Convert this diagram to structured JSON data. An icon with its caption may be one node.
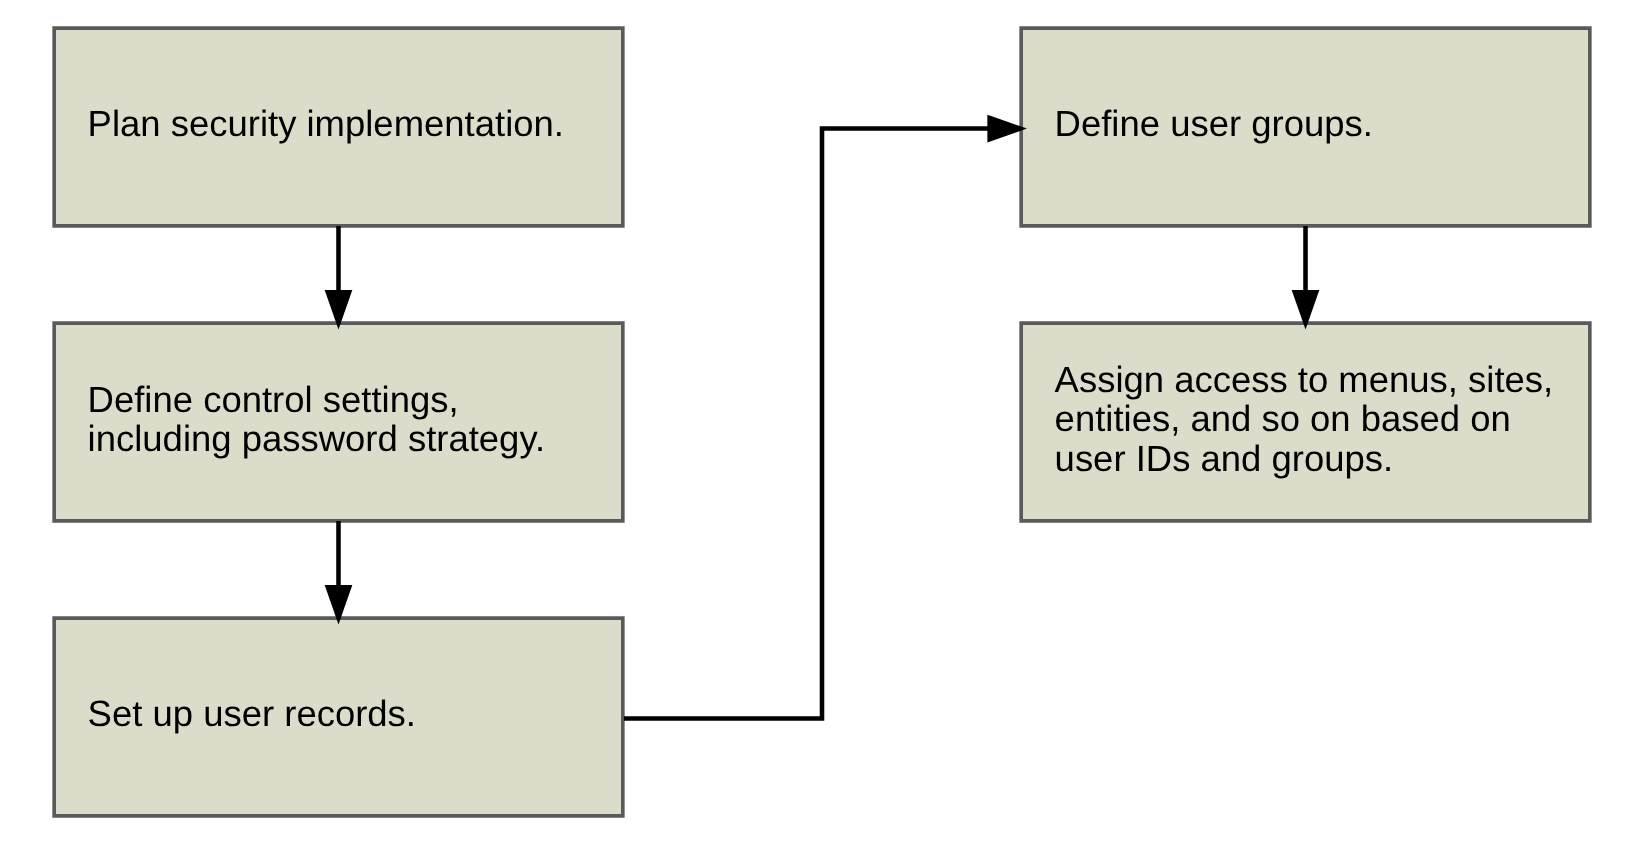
{
  "diagram": {
    "nodes": [
      {
        "text": [
          "Plan security implementation."
        ]
      },
      {
        "text": [
          "Define control settings, including password strategy."
        ]
      },
      {
        "text": [
          "Set up user records."
        ]
      },
      {
        "text": [
          "Define user groups."
        ]
      },
      {
        "text": [
          "Assign access to menus, sites, entities, and so on based on user IDs and groups."
        ]
      }
    ],
    "edges": [
      {
        "from": 0,
        "to": 1,
        "arrow": "to"
      },
      {
        "from": 1,
        "to": 2,
        "arrow": "to"
      },
      {
        "from": 2,
        "to": 3,
        "arrow": "to"
      },
      {
        "from": 3,
        "to": 4,
        "arrow": "to"
      }
    ]
  }
}
